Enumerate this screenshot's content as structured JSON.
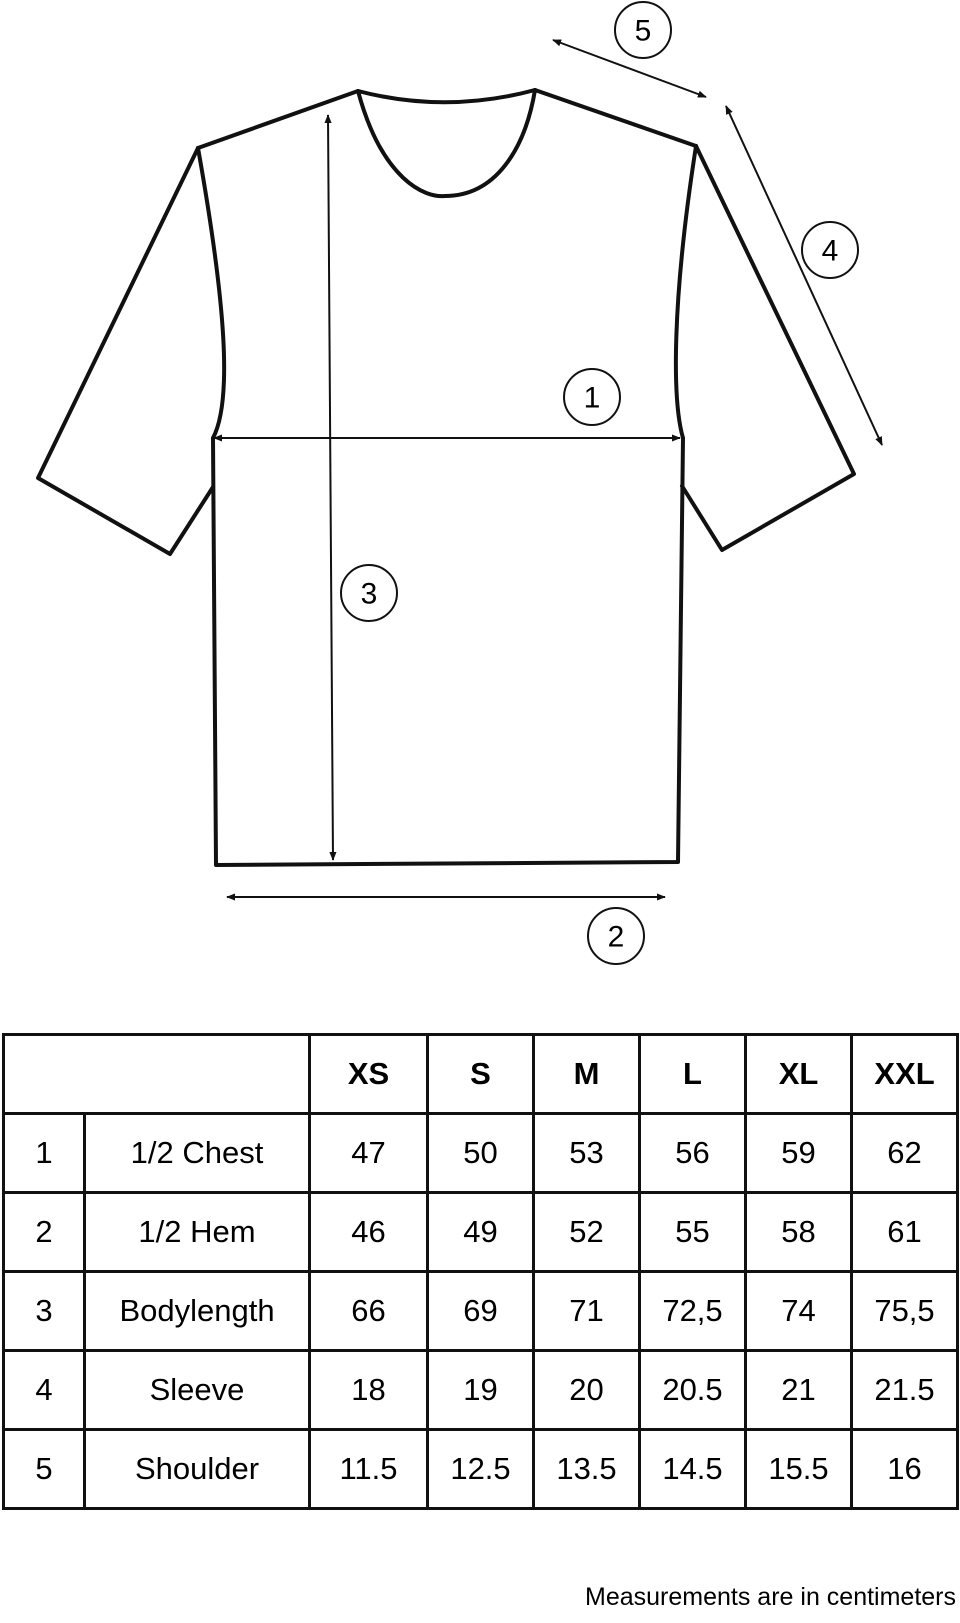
{
  "diagram": {
    "markers": [
      {
        "id": "1",
        "label": "1"
      },
      {
        "id": "2",
        "label": "2"
      },
      {
        "id": "3",
        "label": "3"
      },
      {
        "id": "4",
        "label": "4"
      },
      {
        "id": "5",
        "label": "5"
      }
    ]
  },
  "table": {
    "size_headers": [
      "XS",
      "S",
      "M",
      "L",
      "XL",
      "XXL"
    ],
    "rows": [
      {
        "num": "1",
        "name": "1/2 Chest",
        "values": [
          "47",
          "50",
          "53",
          "56",
          "59",
          "62"
        ]
      },
      {
        "num": "2",
        "name": "1/2 Hem",
        "values": [
          "46",
          "49",
          "52",
          "55",
          "58",
          "61"
        ]
      },
      {
        "num": "3",
        "name": "Bodylength",
        "values": [
          "66",
          "69",
          "71",
          "72,5",
          "74",
          "75,5"
        ]
      },
      {
        "num": "4",
        "name": "Sleeve",
        "values": [
          "18",
          "19",
          "20",
          "20.5",
          "21",
          "21.5"
        ]
      },
      {
        "num": "5",
        "name": "Shoulder",
        "values": [
          "11.5",
          "12.5",
          "13.5",
          "14.5",
          "15.5",
          "16"
        ]
      }
    ]
  },
  "footnote": "Measurements are in centimeters"
}
